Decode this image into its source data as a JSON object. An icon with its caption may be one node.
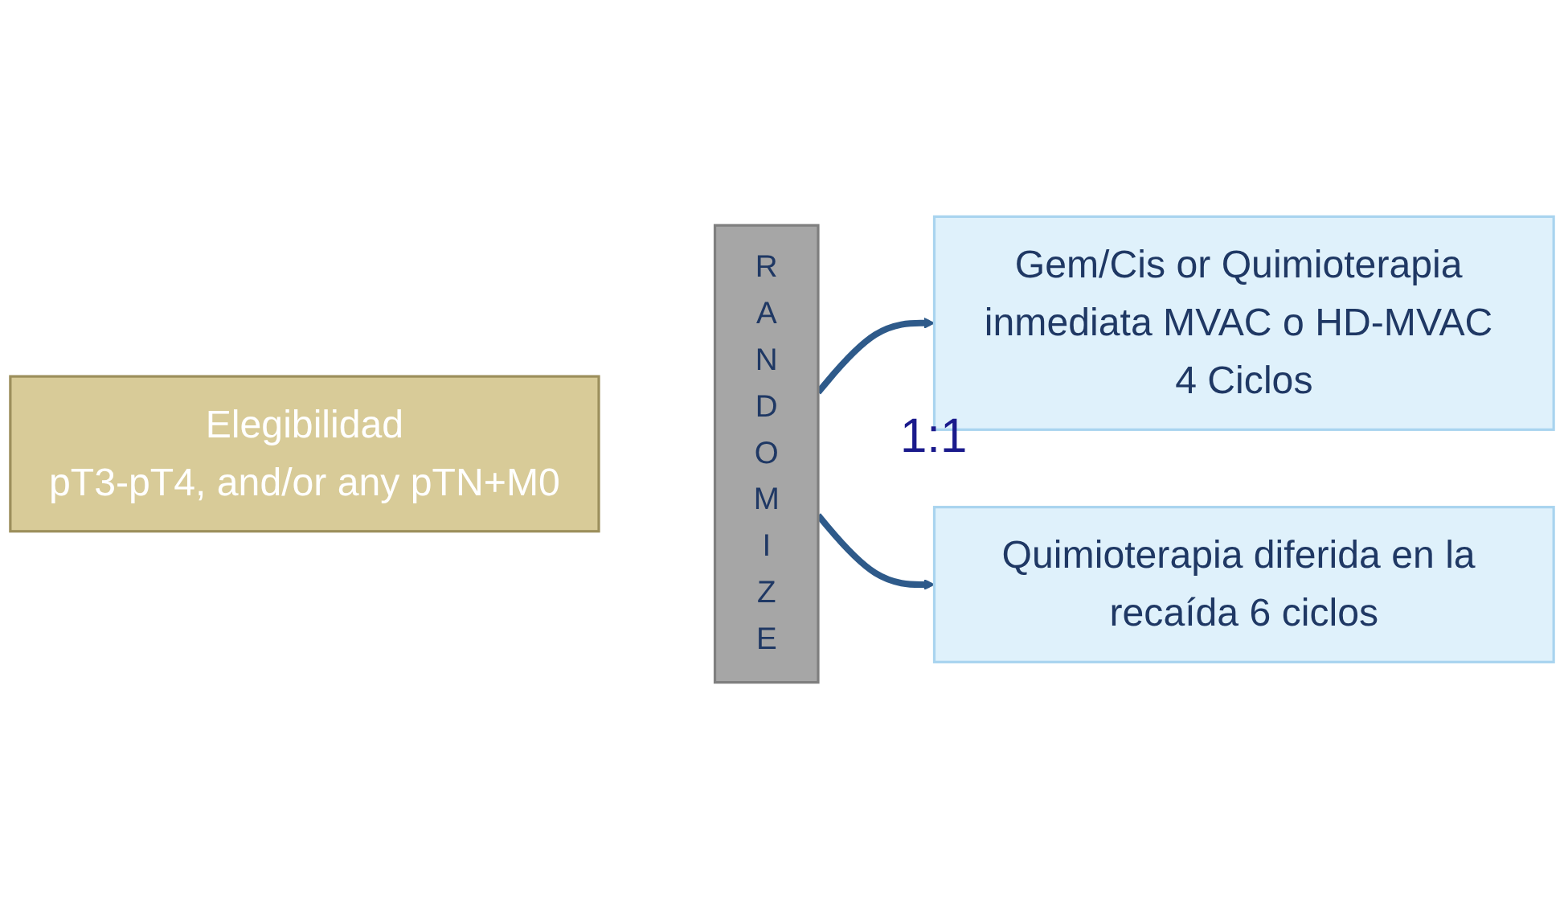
{
  "diagram": {
    "nodes": [
      {
        "text": [
          "Elegibilidad",
          "pT3-pT4, and/or any pTN+M0"
        ]
      },
      {
        "text": [
          "RANDOMIZE"
        ]
      },
      {
        "text": [
          "Gem/Cis or Quimioterapia inmediata MVAC o HD-MVAC 4 Ciclos"
        ]
      },
      {
        "text": [
          "Quimioterapia diferida en la recaída 6 ciclos"
        ]
      }
    ],
    "edges": [
      {
        "from": 1,
        "to": 2,
        "arrow": "to"
      },
      {
        "from": 1,
        "to": 3,
        "arrow": "to"
      }
    ],
    "labels": [
      "1:1"
    ]
  }
}
